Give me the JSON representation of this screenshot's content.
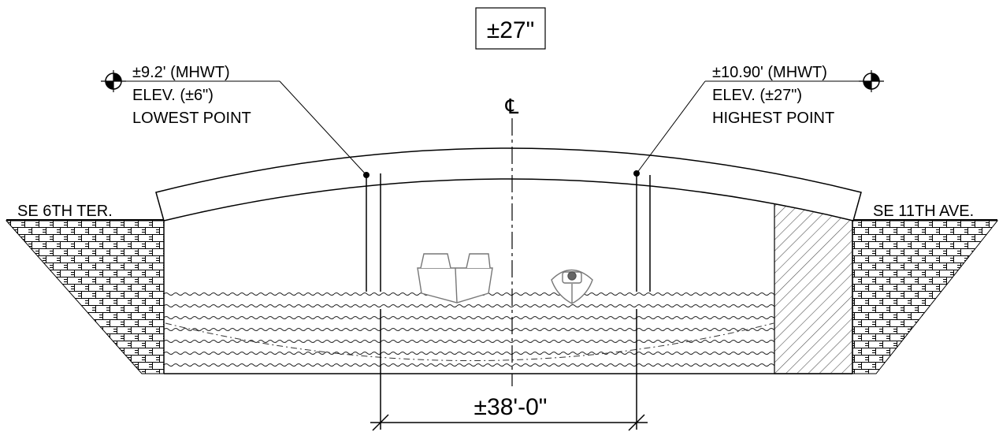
{
  "clearance_box": {
    "text": "±27\""
  },
  "left_callout": {
    "line1": "±9.2' (MHWT)",
    "line2": "ELEV. (±6\")",
    "line3": "LOWEST POINT"
  },
  "right_callout": {
    "line1": "±10.90' (MHWT)",
    "line2": "ELEV. (±27\")",
    "line3": "HIGHEST POINT"
  },
  "centerline": {
    "symbol": "℄"
  },
  "left_street": {
    "text": "SE 6TH TER."
  },
  "right_street": {
    "text": "SE 11TH AVE."
  },
  "span_dimension": {
    "text": "±38'-0\""
  }
}
